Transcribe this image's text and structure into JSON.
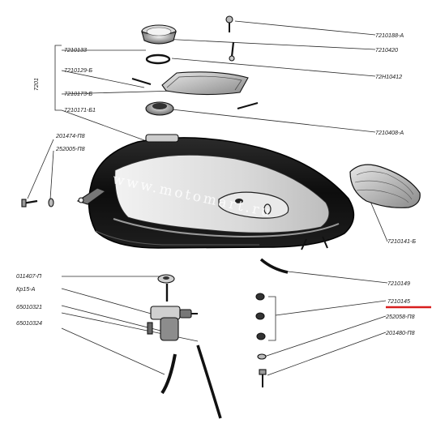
{
  "group_label": "7201",
  "watermark": "www.motomart.ru",
  "highlight_color": "#d81e1e",
  "labels": {
    "p7210188A": "7210188-А",
    "p7210133": "7210133",
    "p7210420": "7210420",
    "p7210129B": "7210129-Б",
    "p72H10412": "72H10412",
    "p7210173B": "7210173-Б",
    "p7210171B1": "7210171-Б1",
    "p7210408A": "7210408-А",
    "p201474P8": "201474-П8",
    "p252005P8": "252005-П8",
    "p7210141B": "7210141-Б",
    "p011407P": "011407-П",
    "pKr15A": "Кр15-А",
    "p65010321": "65010321",
    "p65010324": "65010324",
    "p7210149": "7210149",
    "p7210145": "7210145",
    "p252058P8": "252058-П8",
    "p201480P8": "201480-П8"
  }
}
